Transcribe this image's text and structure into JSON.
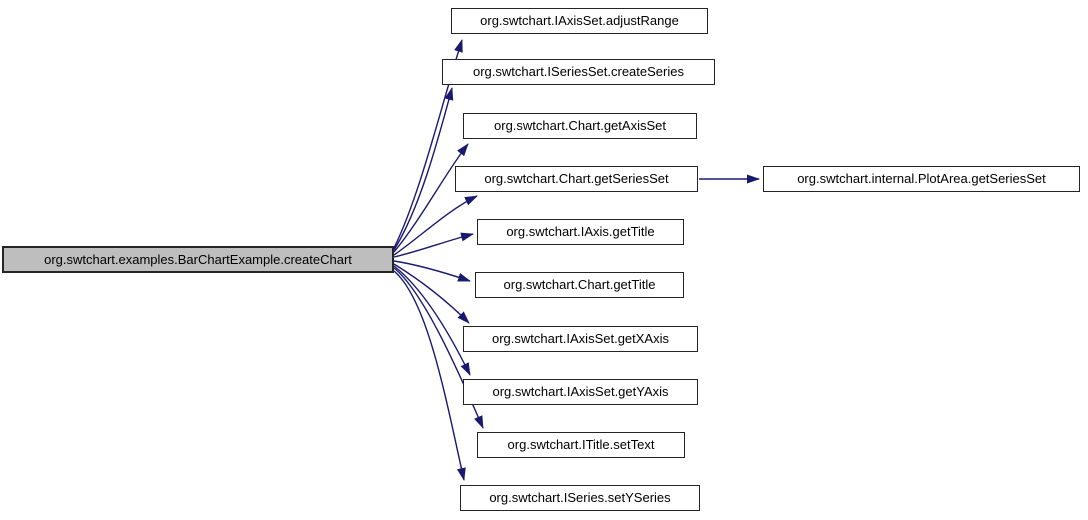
{
  "diagram": {
    "kind": "doxygen-call-graph",
    "background_color": "#ffffff",
    "edge_color": "#191970",
    "node_border_color": "#242424",
    "node_fill_color": "#ffffff",
    "root_fill_color": "#bebebe",
    "nodes": {
      "root": "org.swtchart.examples.BarChartExample.createChart",
      "callees": [
        "org.swtchart.IAxisSet.adjustRange",
        "org.swtchart.ISeriesSet.createSeries",
        "org.swtchart.Chart.getAxisSet",
        "org.swtchart.Chart.getSeriesSet",
        "org.swtchart.IAxis.getTitle",
        "org.swtchart.Chart.getTitle",
        "org.swtchart.IAxisSet.getXAxis",
        "org.swtchart.IAxisSet.getYAxis",
        "org.swtchart.ITitle.setText",
        "org.swtchart.ISeries.setYSeries"
      ],
      "indirect": "org.swtchart.internal.PlotArea.getSeriesSet"
    },
    "edges": [
      {
        "from": "root",
        "to": "org.swtchart.IAxisSet.adjustRange"
      },
      {
        "from": "root",
        "to": "org.swtchart.ISeriesSet.createSeries"
      },
      {
        "from": "root",
        "to": "org.swtchart.Chart.getAxisSet"
      },
      {
        "from": "root",
        "to": "org.swtchart.Chart.getSeriesSet"
      },
      {
        "from": "root",
        "to": "org.swtchart.IAxis.getTitle"
      },
      {
        "from": "root",
        "to": "org.swtchart.Chart.getTitle"
      },
      {
        "from": "root",
        "to": "org.swtchart.IAxisSet.getXAxis"
      },
      {
        "from": "root",
        "to": "org.swtchart.IAxisSet.getYAxis"
      },
      {
        "from": "root",
        "to": "org.swtchart.ITitle.setText"
      },
      {
        "from": "root",
        "to": "org.swtchart.ISeries.setYSeries"
      },
      {
        "from": "org.swtchart.Chart.getSeriesSet",
        "to": "org.swtchart.internal.PlotArea.getSeriesSet"
      }
    ]
  }
}
